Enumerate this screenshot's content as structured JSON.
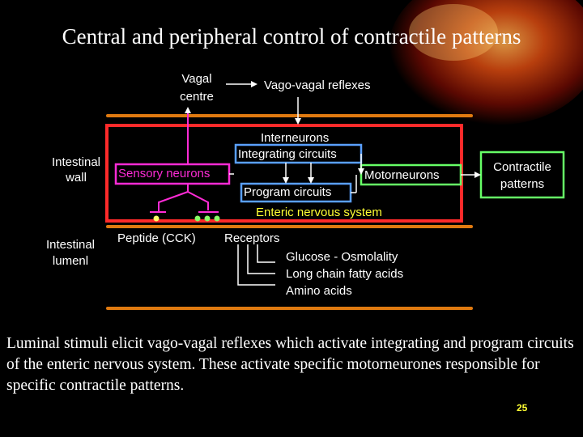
{
  "title": "Central and peripheral control of contractile patterns",
  "vagal_centre": "Vagal\ncentre",
  "vago_vagal": "Vago-vagal reflexes",
  "interneurons": "Interneurons",
  "integrating": "Integrating circuits",
  "intestinal_wall": "Intestinal\nwall",
  "sensory": "Sensory neurons",
  "motorneurons": "Motorneurons",
  "program": "Program circuits",
  "contractile": "Contractile\npatterns",
  "enteric": "Enteric nervous system",
  "intestinal_lumen": "Intestinal\nlumenl",
  "peptide": "Peptide (CCK)",
  "receptors": "Receptors",
  "stimuli": [
    "Glucose - Osmolality",
    "Long chain fatty acids",
    "Amino acids"
  ],
  "caption": "Luminal stimuli elicit vago-vagal reflexes which activate integrating and program circuits of the enteric nervous system. These activate specific motorneurones responsible for specific contractile patterns.",
  "page_number": "25",
  "colors": {
    "red_frame": "#ff2a2a",
    "magenta": "#ff2bd6",
    "blue": "#5aa0ff",
    "green": "#66ff66",
    "yellow_text": "#ffff33",
    "orange_line": "#e07a10",
    "dot_yellow": "#ffff66",
    "dot_green": "#88ff66"
  }
}
